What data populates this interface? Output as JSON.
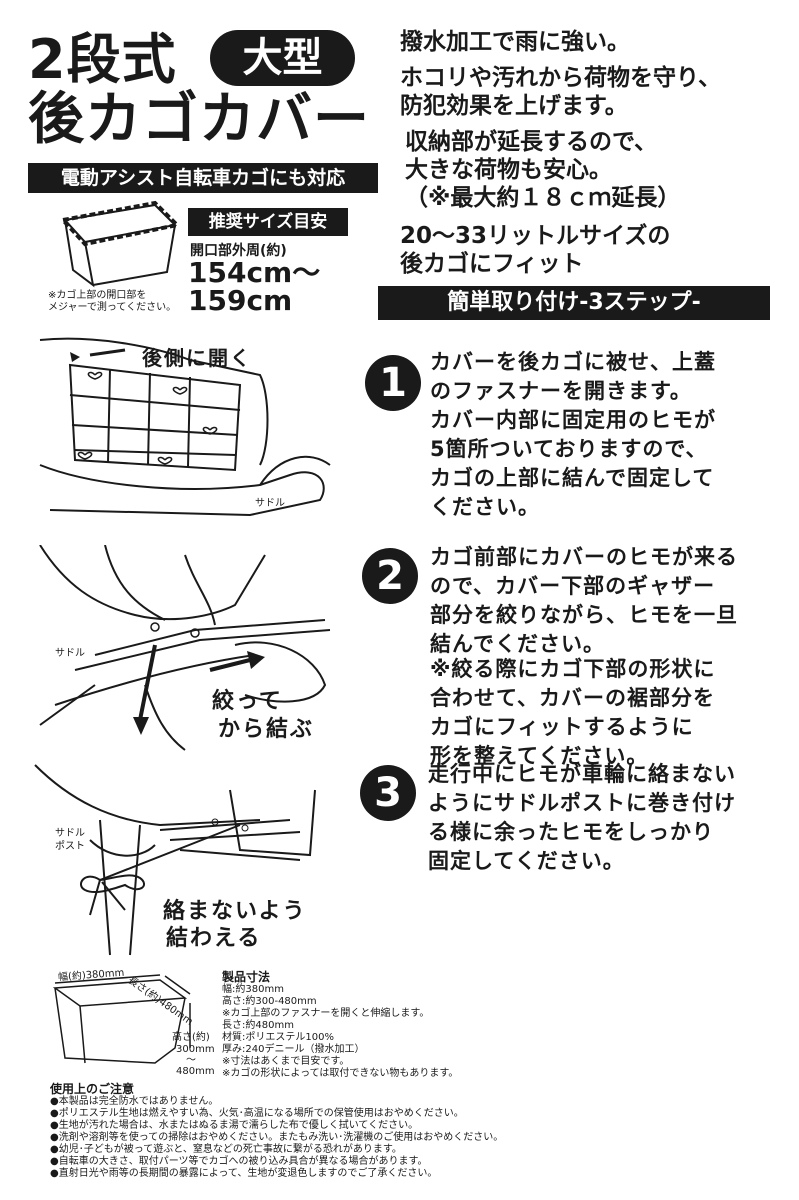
{
  "header": {
    "title_line1": "2段式",
    "title_badge": "大型",
    "title_line2": "後カゴカバー",
    "subtitle": "電動アシスト自転車カゴにも対応"
  },
  "size_box": {
    "label": "推奨サイズ目安",
    "sub": "開口部外周(約)",
    "size1": "154cm〜",
    "size2": "159cm",
    "note1": "※カゴ上部の開口部を",
    "note2": "メジャーで測ってください。"
  },
  "features": [
    "撥水加工で雨に強い。",
    "ホコリや汚れから荷物を守り、",
    "防犯効果を上げます。",
    "収納部が延長するので、",
    "大きな荷物も安心。",
    "（※最大約１８ｃｍ延長）",
    "20〜33リットルサイズの",
    "後カゴにフィット"
  ],
  "steps_header": "簡単取り付け-3ステップ-",
  "steps": [
    {
      "num": "1",
      "text": "カバーを後カゴに被せ、上蓋\nのファスナーを開きます。\nカバー内部に固定用のヒモが\n5箇所ついておりますので、\nカゴの上部に結んで固定して\nください。"
    },
    {
      "num": "2",
      "text": "カゴ前部にカバーのヒモが来る\nので、カバー下部のギャザー\n部分を絞りながら、ヒモを一旦\n結んでください。"
    },
    {
      "num": "3",
      "text": "走行中にヒモが車輪に絡まない\nようにサドルポストに巻き付け\nる様に余ったヒモをしっかり\n固定してください。"
    }
  ],
  "step2_note": "※絞る際にカゴ下部の形状に\n合わせて、カバーの裾部分を\nカゴにフィットするように\n形を整えてください。",
  "illus": {
    "open_back": "後側に開く",
    "saddle1": "サドル",
    "saddle2": "サドル",
    "tie1": "絞って",
    "tie2": "から結ぶ",
    "post1": "サドル",
    "post2": "ポスト",
    "tangle1": "絡まないよう",
    "tangle2": "結わえる"
  },
  "dims": {
    "width_label": "幅(約)380mm",
    "depth_label": "長さ(約)480mm",
    "height_label1": "高さ(約)",
    "height_label2": "300mm",
    "height_label3": "〜",
    "height_label4": "480mm"
  },
  "spec": {
    "title": "製品寸法",
    "lines": [
      "幅:約380mm",
      "高さ:約300-480mm",
      "※カゴ上部のファスナーを開くと伸縮します。",
      "長さ:約480mm",
      "材質:ポリエステル100%",
      "厚み:240デニール（撥水加工）",
      "※寸法はあくまで目安です。",
      "※カゴの形状によっては取付できない物もあります。"
    ]
  },
  "cautions": {
    "title": "使用上のご注意",
    "items": [
      "●本製品は完全防水ではありません。",
      "●ポリエステル生地は燃えやすい為、火気･高温になる場所での保管使用はおやめください。",
      "●生地が汚れた場合は、水またはぬるま湯で濡らした布で優しく拭いてください。",
      "●洗剤や溶剤等を使っての掃除はおやめください。またもみ洗い･洗濯機のご使用はおやめください。",
      "●幼児･子どもが被って遊ぶと、窒息などの死亡事故に繋がる恐れがあります。",
      "●自転車の大きさ、取付パーツ等でカゴへの被り込み具合が異なる場合があります。",
      "●直射日光や雨等の長期間の暴露によって、生地が変退色しますのでご了承ください。"
    ]
  }
}
